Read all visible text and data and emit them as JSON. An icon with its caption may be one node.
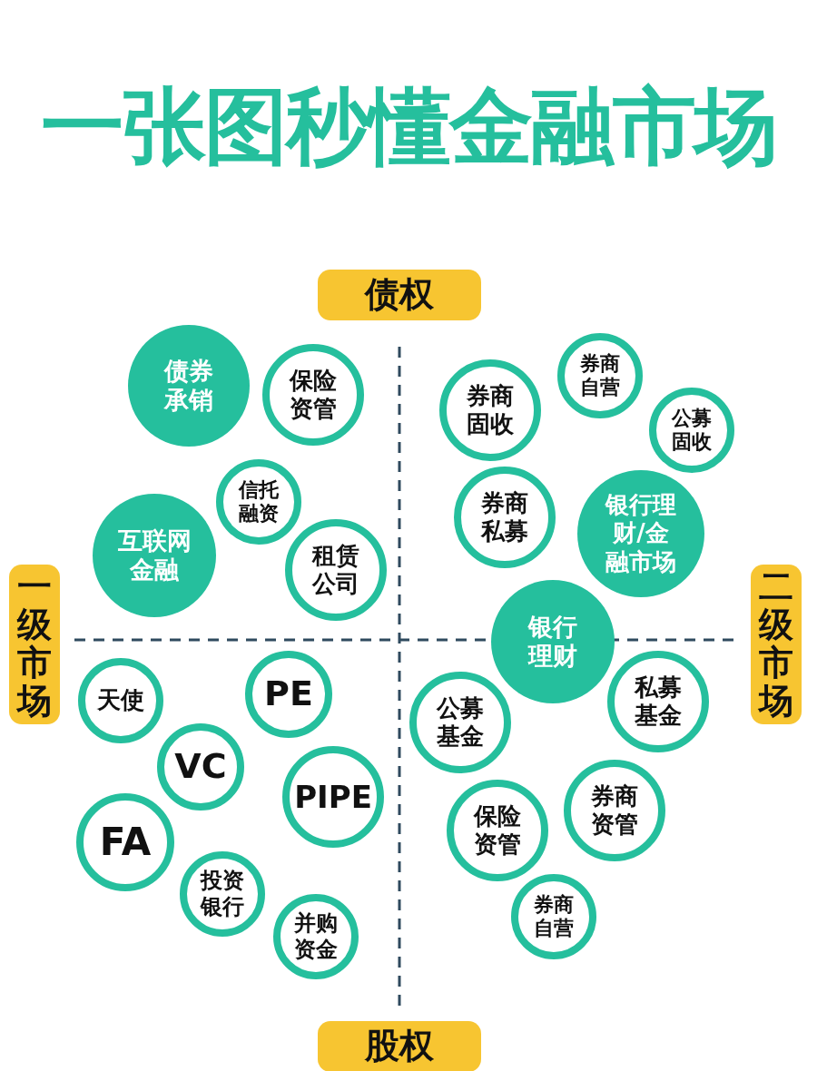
{
  "diagram": {
    "title": "一张图秒懂金融市场",
    "nodes": [
      {
        "text": [
          "债权"
        ]
      },
      {
        "text": [
          "一级市场"
        ]
      },
      {
        "text": [
          "二级市场"
        ]
      },
      {
        "text": [
          "股权"
        ]
      },
      {
        "text": [
          "债券承销"
        ]
      },
      {
        "text": [
          "保险资管"
        ]
      },
      {
        "text": [
          "信托融资"
        ]
      },
      {
        "text": [
          "互联网金融"
        ]
      },
      {
        "text": [
          "租赁公司"
        ]
      },
      {
        "text": [
          "券商固收"
        ]
      },
      {
        "text": [
          "券商自营"
        ]
      },
      {
        "text": [
          "公募固收"
        ]
      },
      {
        "text": [
          "券商私募"
        ]
      },
      {
        "text": [
          "银行理财/金融市场"
        ]
      },
      {
        "text": [
          "银行理财"
        ]
      },
      {
        "text": [
          "天使"
        ]
      },
      {
        "text": [
          "PE"
        ]
      },
      {
        "text": [
          "VC"
        ]
      },
      {
        "text": [
          "PIPE"
        ]
      },
      {
        "text": [
          "FA"
        ]
      },
      {
        "text": [
          "投资银行"
        ]
      },
      {
        "text": [
          "并购资金"
        ]
      },
      {
        "text": [
          "公募基金"
        ]
      },
      {
        "text": [
          "私募基金"
        ]
      },
      {
        "text": [
          "券商资管"
        ]
      },
      {
        "text": [
          "保险资管"
        ]
      },
      {
        "text": [
          "券商自营"
        ]
      }
    ],
    "edges": []
  }
}
